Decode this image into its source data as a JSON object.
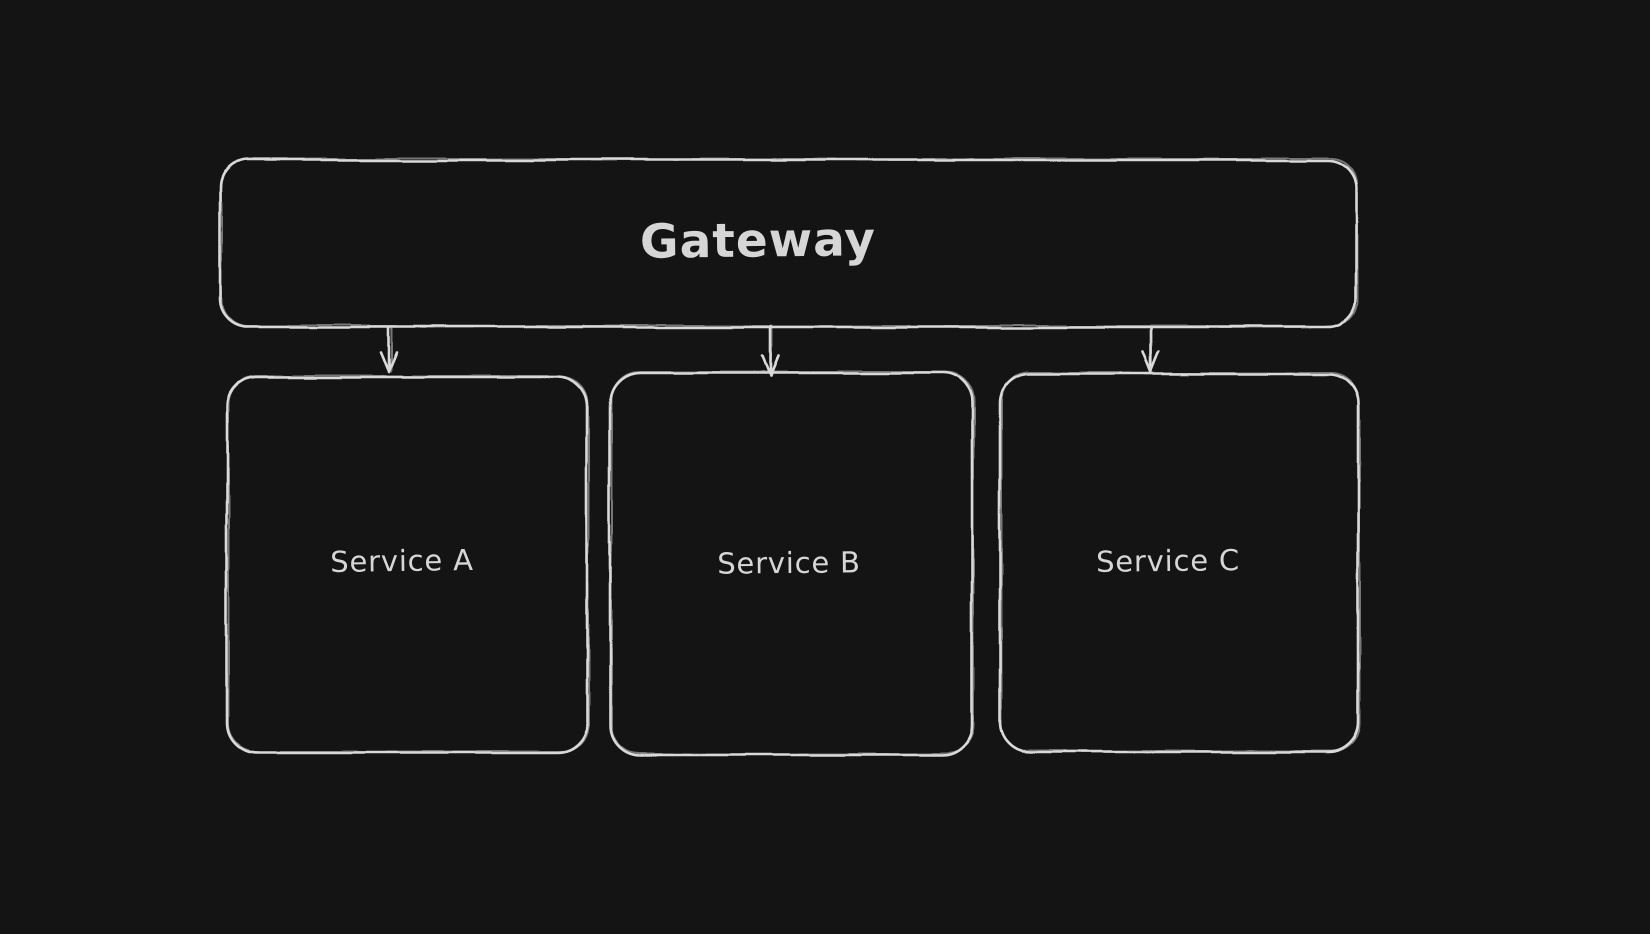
{
  "canvas": {
    "background_color": "#141414",
    "stroke_color": "#d9d9d9",
    "label_color": "#d6d6d6",
    "style": "hand-drawn whiteboard (dark theme)"
  },
  "diagram": {
    "nodes": {
      "gateway": {
        "label": "Gateway"
      },
      "service_a": {
        "label": "Service A"
      },
      "service_b": {
        "label": "Service B"
      },
      "service_c": {
        "label": "Service C"
      }
    },
    "edges": [
      {
        "from": "Gateway",
        "to": "Service A",
        "type": "arrow-down"
      },
      {
        "from": "Gateway",
        "to": "Service B",
        "type": "arrow-down"
      },
      {
        "from": "Gateway",
        "to": "Service C",
        "type": "arrow-down"
      }
    ]
  }
}
